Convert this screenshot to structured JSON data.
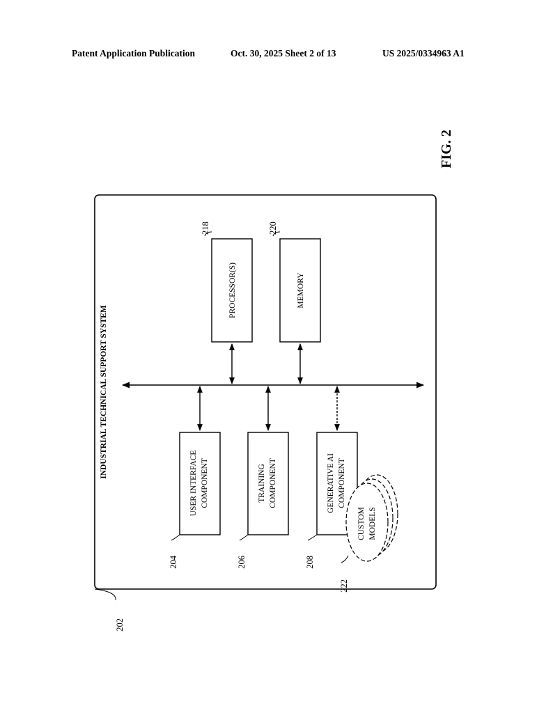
{
  "header": {
    "left": "Patent Application Publication",
    "middle": "Oct. 30, 2025  Sheet 2 of 13",
    "right": "US 2025/0334963 A1"
  },
  "figure_label": "FIG. 2",
  "system": {
    "title": "INDUSTRIAL TECHNICAL SUPPORT SYSTEM",
    "ref": "202"
  },
  "components": {
    "user_interface": {
      "line1": "USER INTERFACE",
      "line2": "COMPONENT",
      "ref": "204"
    },
    "training": {
      "line1": "TRAINING",
      "line2": "COMPONENT",
      "ref": "206"
    },
    "generative_ai": {
      "line1": "GENERATIVE AI",
      "line2": "COMPONENT",
      "ref": "208"
    },
    "custom_models": {
      "line1": "CUSTOM",
      "line2": "MODELS",
      "ref": "222"
    },
    "processor": {
      "label": "PROCESSOR(S)",
      "ref": "218"
    },
    "memory": {
      "label": "MEMORY",
      "ref": "220"
    }
  }
}
